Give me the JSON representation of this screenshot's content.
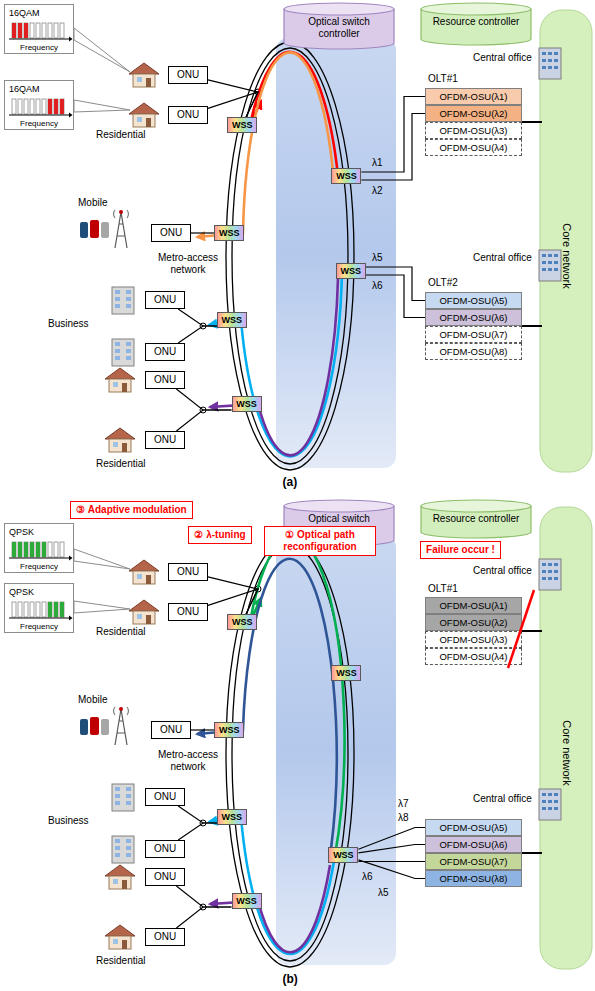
{
  "diagram": {
    "nodes": [
      {
        "text": [
          "Optical switch controller"
        ]
      },
      {
        "text": [
          "Resource controller"
        ]
      },
      {
        "text": [
          "16QAM",
          "Frequency"
        ]
      },
      {
        "text": [
          "ONU"
        ]
      },
      {
        "text": [
          "16QAM",
          "Frequency"
        ]
      },
      {
        "text": [
          "ONU"
        ]
      },
      {
        "text": [
          "WSS"
        ]
      },
      {
        "text": [
          "WSS"
        ]
      },
      {
        "text": [
          "OFDM-OSU(λ1)"
        ]
      },
      {
        "text": [
          "OFDM-OSU(λ2)"
        ]
      },
      {
        "text": [
          "OFDM-OSU(λ3)"
        ]
      },
      {
        "text": [
          "OFDM-OSU(λ4)"
        ]
      },
      {
        "text": [
          "ONU"
        ]
      },
      {
        "text": [
          "WSS"
        ]
      },
      {
        "text": [
          "ONU"
        ]
      },
      {
        "text": [
          "WSS"
        ]
      },
      {
        "text": [
          "ONU"
        ]
      },
      {
        "text": [
          "WSS"
        ]
      },
      {
        "text": [
          "OFDM-OSU(λ5)"
        ]
      },
      {
        "text": [
          "OFDM-OSU(λ6)"
        ]
      },
      {
        "text": [
          "OFDM-OSU(λ7)"
        ]
      },
      {
        "text": [
          "OFDM-OSU(λ8)"
        ]
      },
      {
        "text": [
          "ONU"
        ]
      },
      {
        "text": [
          "WSS"
        ]
      },
      {
        "text": [
          "ONU"
        ]
      },
      {
        "text": [
          "Optical switch"
        ]
      },
      {
        "text": [
          "Resource controller"
        ]
      },
      {
        "text": [
          "③ Adaptive modulation"
        ]
      },
      {
        "text": [
          "② λ-tuning"
        ]
      },
      {
        "text": [
          "① Optical path reconfiguration"
        ]
      },
      {
        "text": [
          "Failure occur !"
        ]
      },
      {
        "text": [
          "QPSK",
          "Frequency"
        ]
      },
      {
        "text": [
          "ONU"
        ]
      },
      {
        "text": [
          "QPSK",
          "Frequency"
        ]
      },
      {
        "text": [
          "ONU"
        ]
      },
      {
        "text": [
          "WSS"
        ]
      },
      {
        "text": [
          "WSS"
        ]
      },
      {
        "text": [
          "OFDM-OSU(λ1)"
        ]
      },
      {
        "text": [
          "OFDM-OSU(λ2)"
        ]
      },
      {
        "text": [
          "OFDM-OSU(λ3)"
        ]
      },
      {
        "text": [
          "OFDM-OSU(λ4)"
        ]
      },
      {
        "text": [
          "ONU"
        ]
      },
      {
        "text": [
          "WSS"
        ]
      },
      {
        "text": [
          "ONU"
        ]
      },
      {
        "text": [
          "WSS"
        ]
      },
      {
        "text": [
          "ONU"
        ]
      },
      {
        "text": [
          "WSS"
        ]
      },
      {
        "text": [
          "OFDM-OSU(λ5)"
        ]
      },
      {
        "text": [
          "OFDM-OSU(λ6)"
        ]
      },
      {
        "text": [
          "OFDM-OSU(λ7)"
        ]
      },
      {
        "text": [
          "OFDM-OSU(λ8)"
        ]
      },
      {
        "text": [
          "ONU"
        ]
      },
      {
        "text": [
          "WSS"
        ]
      },
      {
        "text": [
          "ONU"
        ]
      }
    ],
    "edges": [
      {
        "from": 3,
        "to": 6,
        "arrow": "none"
      },
      {
        "from": 5,
        "to": 6,
        "arrow": "none"
      },
      {
        "from": 7,
        "to": 8,
        "arrow": "none"
      },
      {
        "from": 7,
        "to": 9,
        "arrow": "none"
      },
      {
        "from": 12,
        "to": 13,
        "arrow": "none"
      },
      {
        "from": 14,
        "to": 15,
        "arrow": "none"
      },
      {
        "from": 16,
        "to": 15,
        "arrow": "none"
      },
      {
        "from": 17,
        "to": 18,
        "arrow": "none"
      },
      {
        "from": 17,
        "to": 19,
        "arrow": "none"
      },
      {
        "from": 22,
        "to": 23,
        "arrow": "none"
      },
      {
        "from": 24,
        "to": 23,
        "arrow": "none"
      },
      {
        "from": 32,
        "to": 35,
        "arrow": "none"
      },
      {
        "from": 34,
        "to": 35,
        "arrow": "none"
      },
      {
        "from": 41,
        "to": 42,
        "arrow": "none"
      },
      {
        "from": 43,
        "to": 44,
        "arrow": "none"
      },
      {
        "from": 45,
        "to": 44,
        "arrow": "none"
      },
      {
        "from": 46,
        "to": 47,
        "arrow": "none"
      },
      {
        "from": 46,
        "to": 48,
        "arrow": "none"
      },
      {
        "from": 46,
        "to": 49,
        "arrow": "none"
      },
      {
        "from": 46,
        "to": 50,
        "arrow": "none"
      },
      {
        "from": 51,
        "to": 52,
        "arrow": "none"
      },
      {
        "from": 53,
        "to": 52,
        "arrow": "none"
      }
    ],
    "labels": [
      "Residential",
      "Mobile",
      "Metro-access network",
      "Business",
      "Residential",
      "Central office",
      "OLT#1",
      "Central office",
      "OLT#2",
      "Core network",
      "λ1",
      "λ2",
      "λ5",
      "λ6",
      "(a)",
      "Residential",
      "Mobile",
      "Metro-access network",
      "Business",
      "Residential",
      "Central office",
      "OLT#1",
      "Central office",
      "Core network",
      "λ7",
      "λ8",
      "λ6",
      "λ5",
      "(b)"
    ]
  }
}
